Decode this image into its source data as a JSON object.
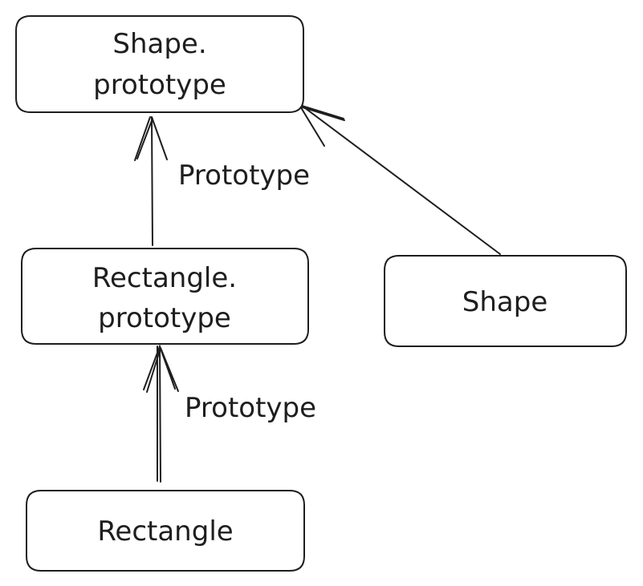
{
  "diagram": {
    "nodes": {
      "shape_prototype": {
        "line1": "Shape.",
        "line2": "prototype"
      },
      "rectangle_prototype": {
        "line1": "Rectangle.",
        "line2": "prototype"
      },
      "shape": {
        "label": "Shape"
      },
      "rectangle": {
        "label": "Rectangle"
      }
    },
    "edges": {
      "rect_proto_to_shape_proto": {
        "label": "Prototype"
      },
      "rectangle_to_rect_proto": {
        "label": "Prototype"
      },
      "shape_to_shape_proto": {
        "label": ""
      }
    },
    "colors": {
      "stroke": "#1e1e1e",
      "background": "#ffffff"
    }
  }
}
